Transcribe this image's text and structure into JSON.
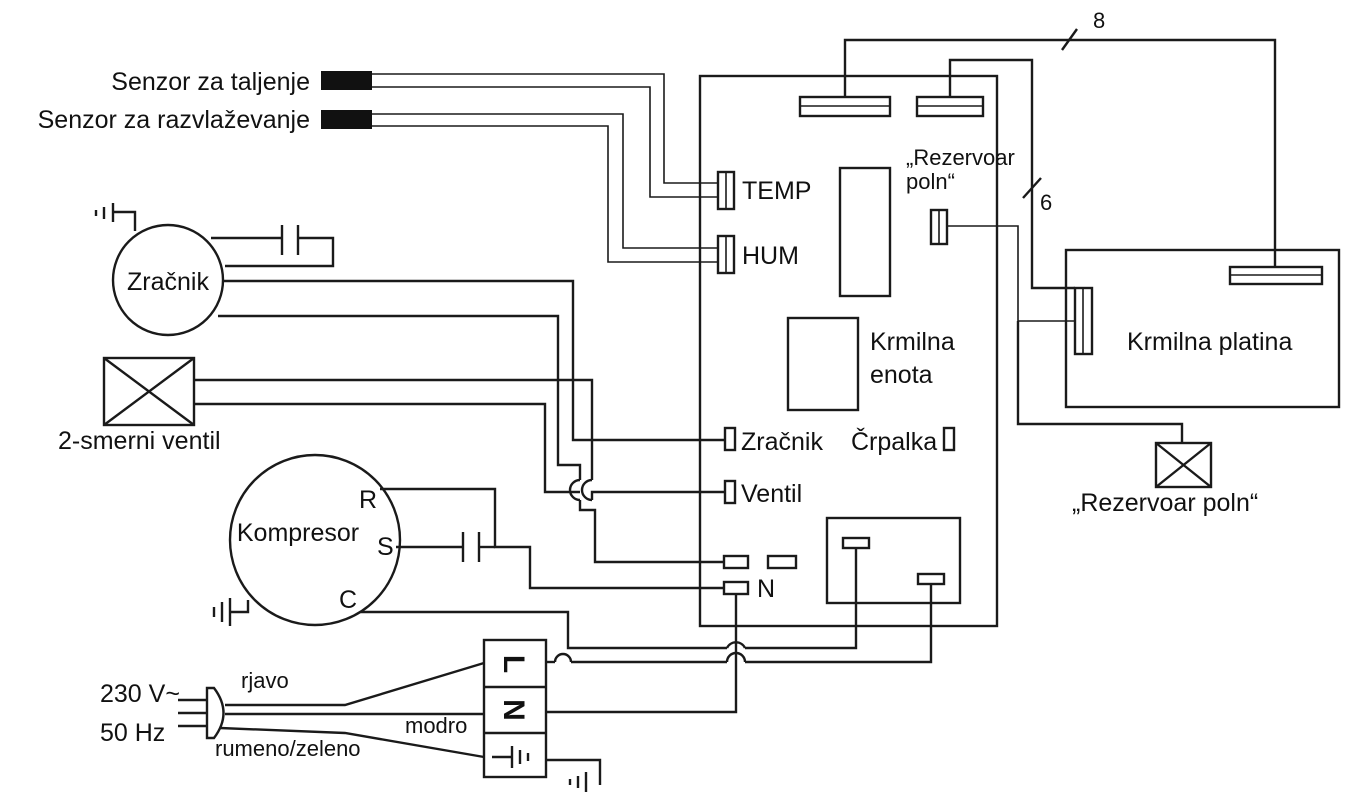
{
  "labels": {
    "sensor_melt": "Senzor za taljenje",
    "sensor_dehum": "Senzor za razvlaževanje",
    "temp": "TEMP",
    "hum": "HUM",
    "tank_full_board": "„Rezervoar poln“",
    "tank_full_line1": "„Rezervoar",
    "tank_full_line2": "poln“",
    "wire_count_8": "8",
    "wire_count_6": "6",
    "fan": "Zračnik",
    "control_unit_line1": "Krmilna",
    "control_unit_line2": "enota",
    "control_board": "Krmilna platina",
    "valve": "2-smerni ventil",
    "fan_connector": "Zračnik",
    "pump_connector": "Črpalka",
    "valve_connector": "Ventil",
    "compressor": "Kompresor",
    "comp_r": "R",
    "comp_s": "S",
    "comp_c": "C",
    "n_connector": "N",
    "tank_full_switch": "„Rezervoar poln“",
    "voltage": "230 V~",
    "frequency": "50 Hz",
    "wire_brown": "rjavo",
    "wire_blue": "modro",
    "wire_yellow_green": "rumeno/zeleno",
    "terminal_l": "L",
    "terminal_n": "N"
  }
}
